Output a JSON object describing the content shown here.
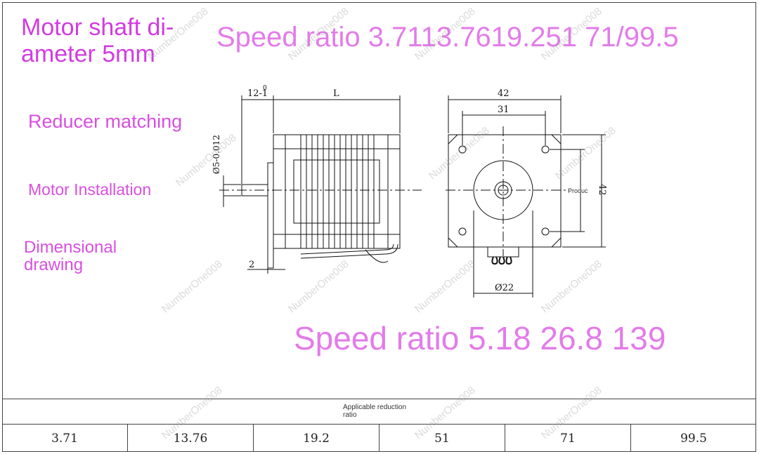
{
  "titles": {
    "shaft": "Motor shaft di- ameter 5mm",
    "speed_ratio_top": "Speed ratio 3.7113.7619.251 71/99.5",
    "reducer": "Reducer matching",
    "installation": "Motor Installation",
    "dimensional": "Dimensional drawing",
    "speed_ratio_bottom": "Speed ratio 5.18 26.8 139"
  },
  "drawing": {
    "dim_12": "12-1",
    "dim_12_tol": "0",
    "dim_L": "L",
    "dim_shaft": "Ø5-0.012",
    "dim_2": "2",
    "dim_42_top": "42",
    "dim_31": "31",
    "dim_42_side": "42",
    "dim_22": "Ø22",
    "product_label": "Produc"
  },
  "table": {
    "caption": "Applicable reduction ratio",
    "values": [
      "3.71",
      "13.76",
      "19.2",
      "51",
      "71",
      "99.5"
    ]
  },
  "watermark": "NumberOne008",
  "colors": {
    "title_pink": "#d23be0",
    "light_pink": "#e37bea"
  }
}
